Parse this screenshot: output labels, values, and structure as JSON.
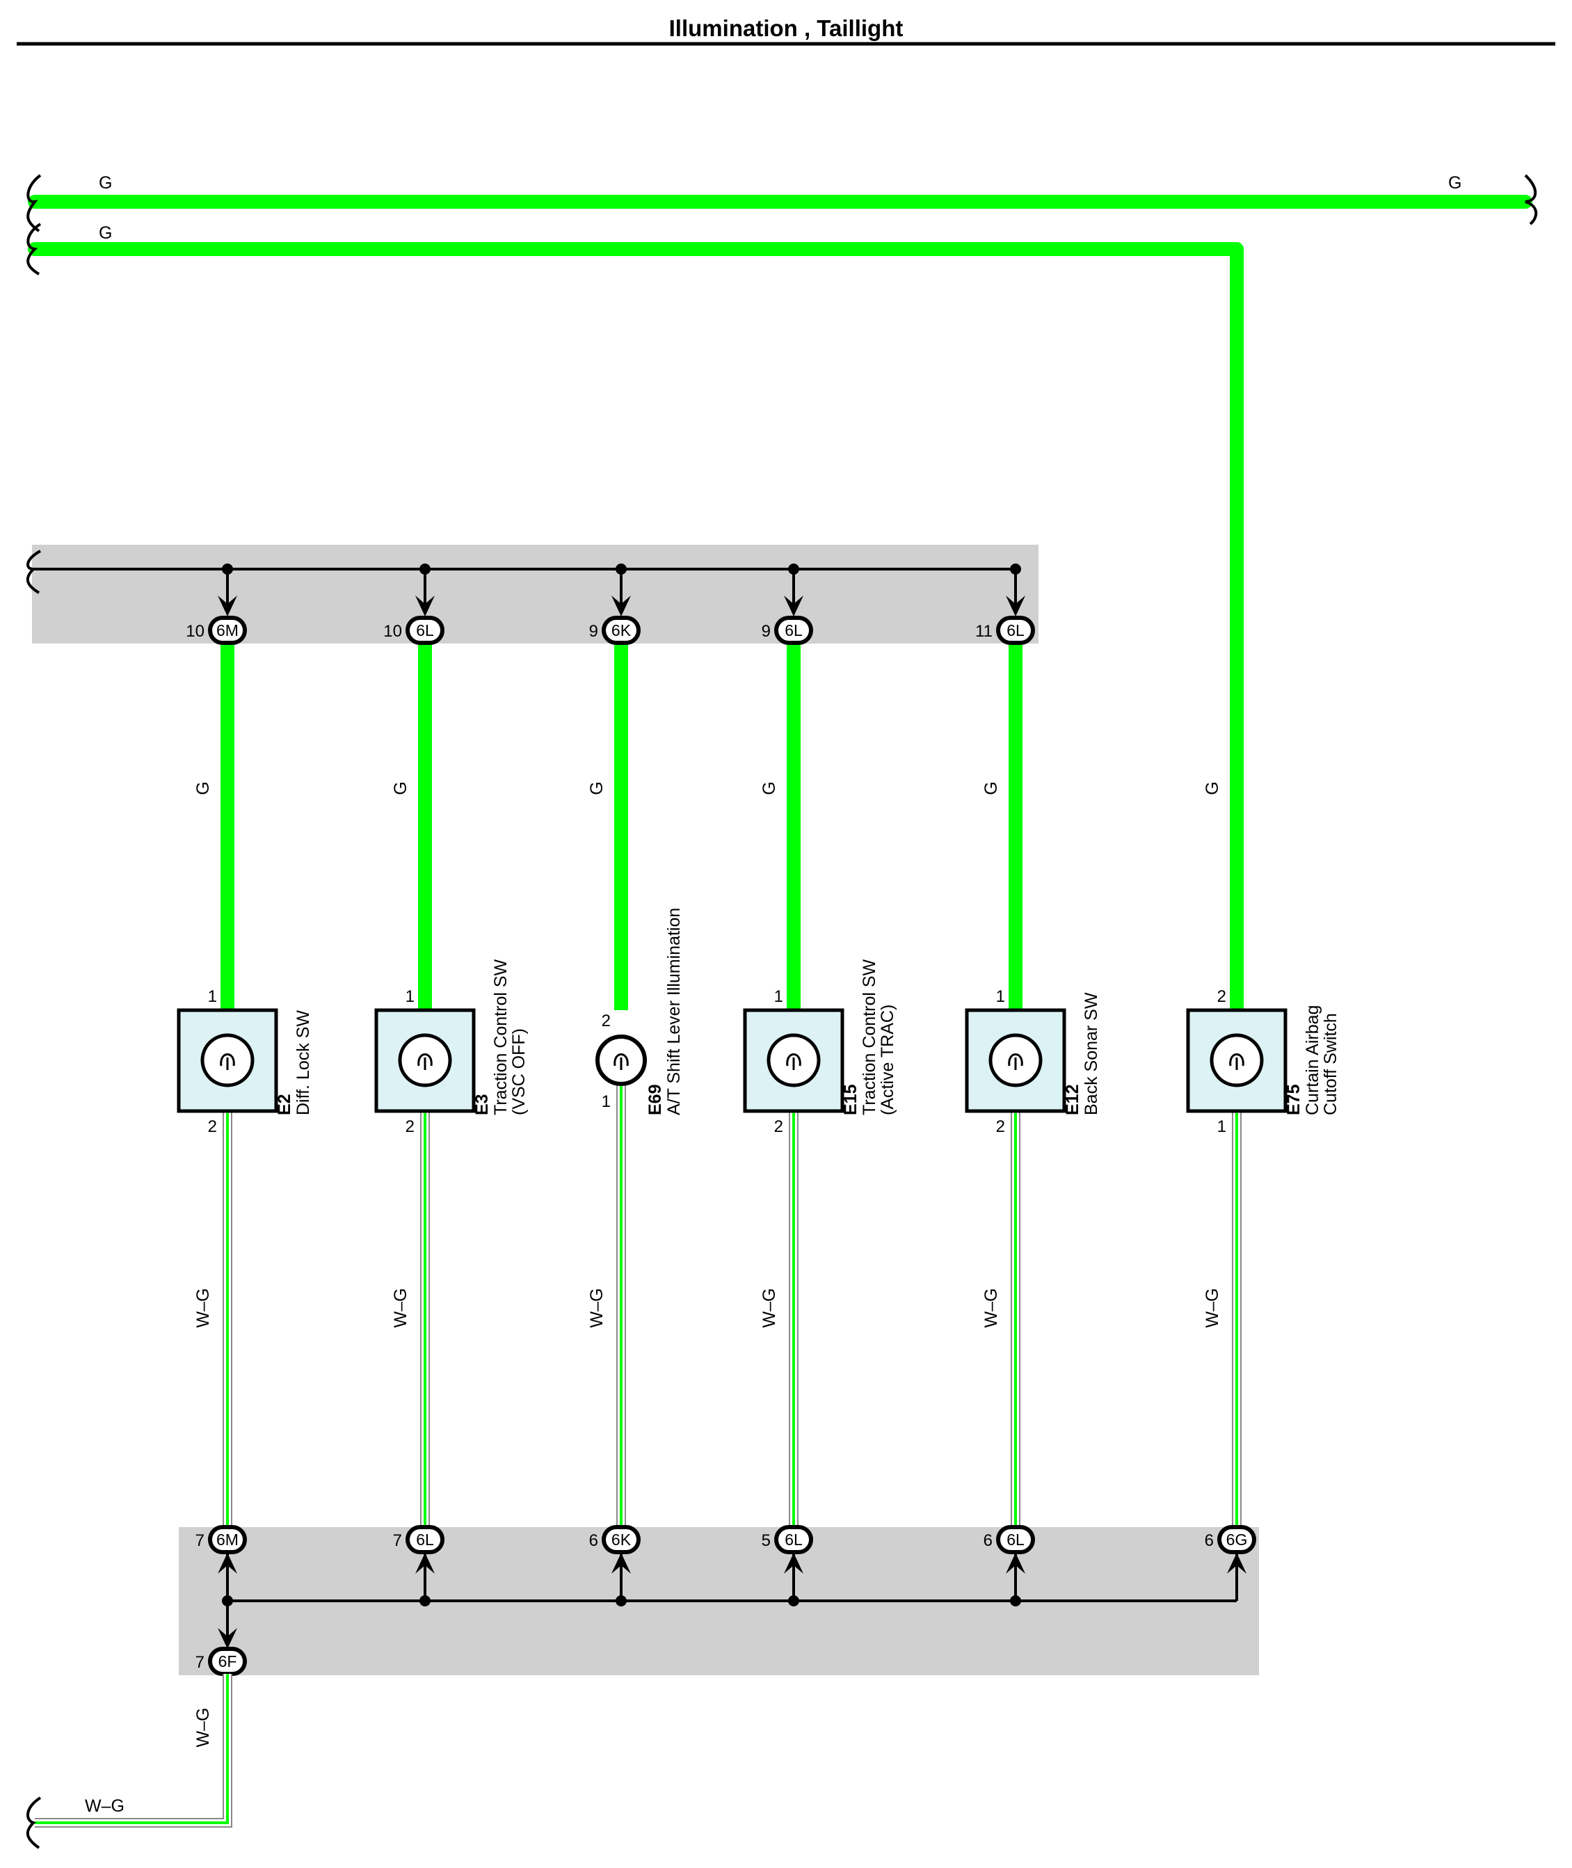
{
  "title": "Illumination , Taillight",
  "colors": {
    "wire_green": "#00ff00",
    "panel_gray": "#d0d0d0",
    "component_fill": "#ddf2f4",
    "ink": "#000000"
  },
  "bus_wires": [
    {
      "id": "bus-1",
      "left_label": "G",
      "right_label": "G"
    },
    {
      "id": "bus-2",
      "left_label": "G"
    }
  ],
  "upper_connectors": [
    {
      "pin": "10",
      "code": "6M"
    },
    {
      "pin": "10",
      "code": "6L"
    },
    {
      "pin": "9",
      "code": "6K"
    },
    {
      "pin": "9",
      "code": "6L"
    },
    {
      "pin": "11",
      "code": "6L"
    }
  ],
  "components": [
    {
      "code": "E2",
      "name_lines": [
        "Diff.  Lock SW"
      ],
      "top_pin": "1",
      "bottom_pin": "2",
      "shape": "square",
      "top_wire": "G",
      "bottom_wire": "W–G"
    },
    {
      "code": "E3",
      "name_lines": [
        "Traction Control SW",
        "(VSC OFF)"
      ],
      "top_pin": "1",
      "bottom_pin": "2",
      "shape": "square",
      "top_wire": "G",
      "bottom_wire": "W–G"
    },
    {
      "code": "E69",
      "name_lines": [
        "A/T Shift Lever Illumination"
      ],
      "top_pin": "2",
      "bottom_pin": "1",
      "shape": "bulb",
      "top_wire": "G",
      "bottom_wire": "W–G"
    },
    {
      "code": "E15",
      "name_lines": [
        "Traction Control SW",
        "(Active TRAC)"
      ],
      "top_pin": "1",
      "bottom_pin": "2",
      "shape": "square",
      "top_wire": "G",
      "bottom_wire": "W–G"
    },
    {
      "code": "E12",
      "name_lines": [
        "Back Sonar SW"
      ],
      "top_pin": "1",
      "bottom_pin": "2",
      "shape": "square",
      "top_wire": "G",
      "bottom_wire": "W–G"
    },
    {
      "code": "E75",
      "name_lines": [
        "Curtain Airbag",
        "Cutoff Switch"
      ],
      "top_pin": "2",
      "bottom_pin": "1",
      "shape": "square",
      "top_wire": "G",
      "bottom_wire": "W–G"
    }
  ],
  "lower_connectors": [
    {
      "pin": "7",
      "code": "6M"
    },
    {
      "pin": "7",
      "code": "6L"
    },
    {
      "pin": "6",
      "code": "6K"
    },
    {
      "pin": "5",
      "code": "6L"
    },
    {
      "pin": "6",
      "code": "6L"
    },
    {
      "pin": "6",
      "code": "6G"
    }
  ],
  "ground_connector": {
    "pin": "7",
    "code": "6F",
    "wire_label": "W–G",
    "exit_label": "W–G"
  }
}
